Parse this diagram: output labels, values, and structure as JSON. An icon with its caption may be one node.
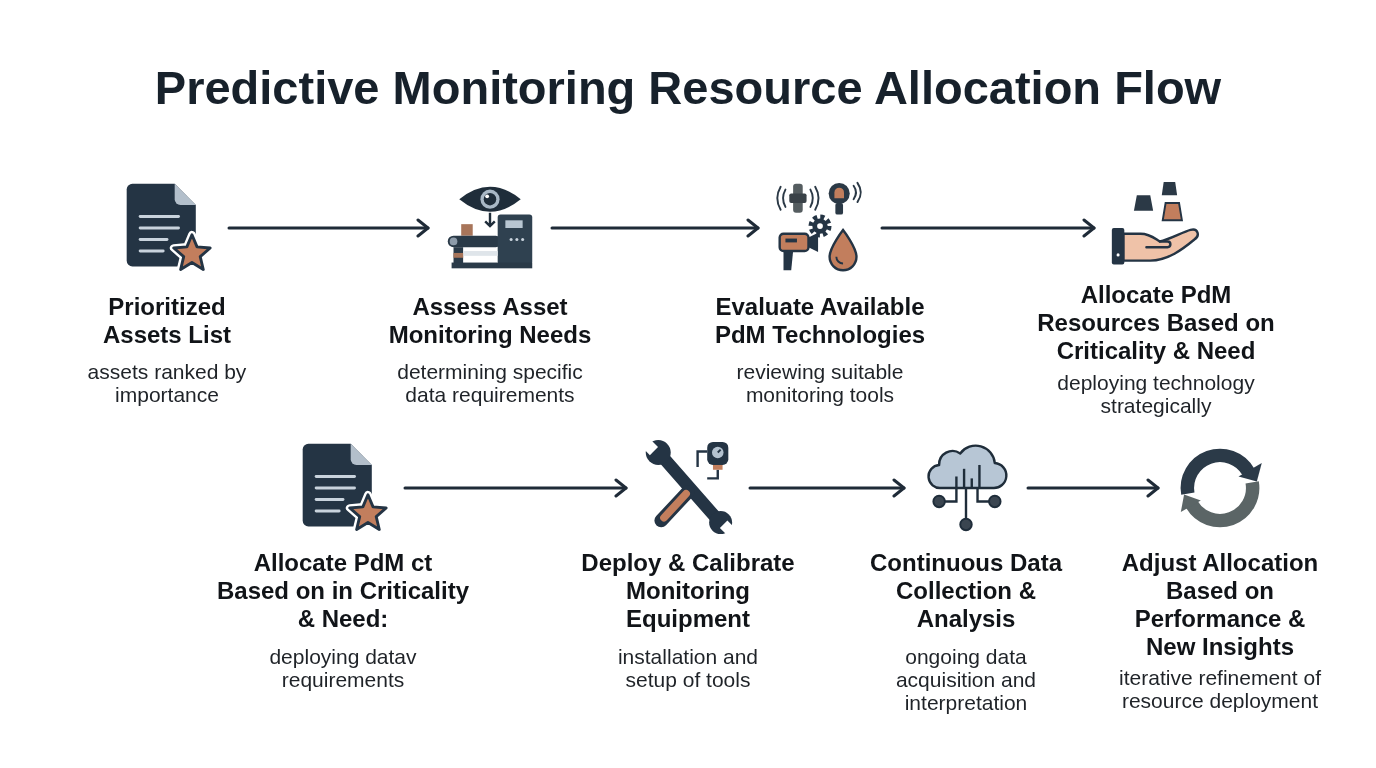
{
  "diagram": {
    "title": "Predictive Monitoring Resource Allocation Flow",
    "nodes": [
      {
        "text": [
          "Prioritized Assets List",
          "assets ranked by importance"
        ]
      },
      {
        "text": [
          "Assess Asset Monitoring Needs",
          "determining specific data requirements"
        ]
      },
      {
        "text": [
          "Evaluate Available PdM Technologies",
          "reviewing suitable monitoring tools"
        ]
      },
      {
        "text": [
          "Allocate PdM Resources Based on Criticality & Need",
          "deploying technology strategically"
        ]
      },
      {
        "text": [
          "Allocate PdM ct Based on in Criticality & Need:",
          "deploying datav requirements"
        ]
      },
      {
        "text": [
          "Deploy & Calibrate Monitoring Equipment",
          "installation and setup of tools"
        ]
      },
      {
        "text": [
          "Continuous Data Collection & Analysis",
          "ongoing data acquisition and interpretation"
        ]
      },
      {
        "text": [
          "Adjust Allocation Based on Performance & New Insights",
          "iterative refinement of resource deployment"
        ]
      }
    ],
    "edges": [
      {
        "from": 0,
        "to": 1,
        "arrow": "to"
      },
      {
        "from": 1,
        "to": 2,
        "arrow": "to"
      },
      {
        "from": 2,
        "to": 3,
        "arrow": "to"
      },
      {
        "from": 4,
        "to": 5,
        "arrow": "to"
      },
      {
        "from": 5,
        "to": 6,
        "arrow": "to"
      },
      {
        "from": 6,
        "to": 7,
        "arrow": "to"
      }
    ]
  }
}
